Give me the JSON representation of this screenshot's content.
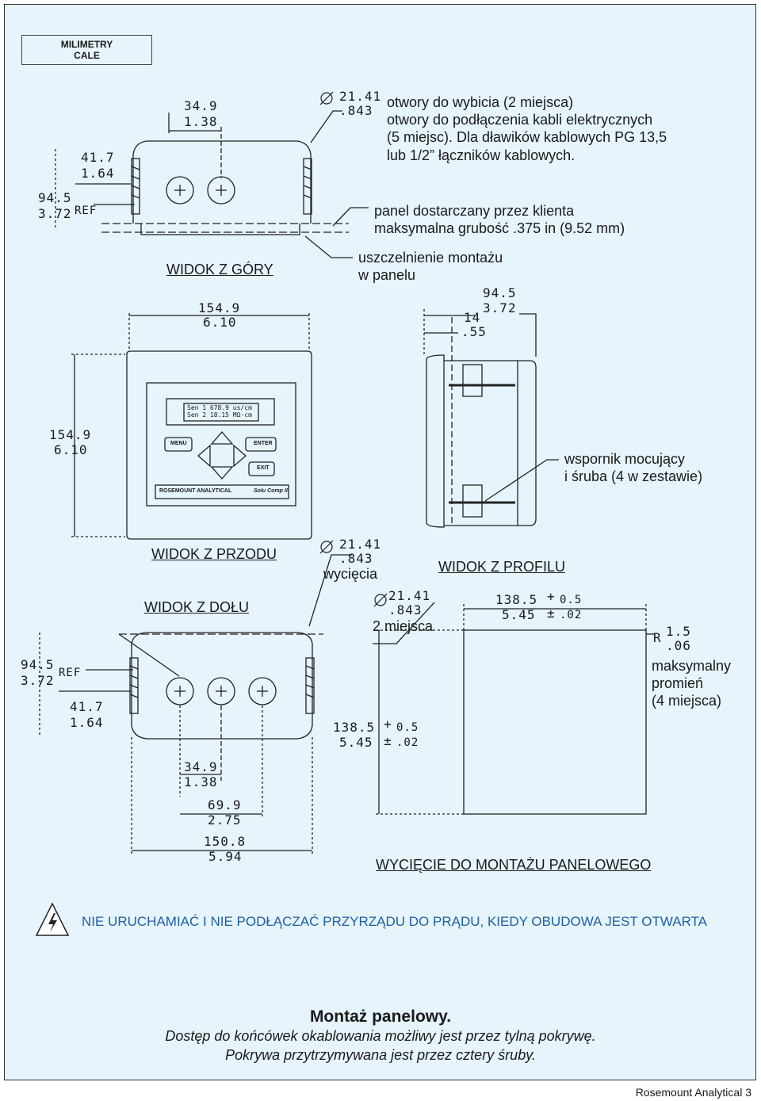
{
  "units": {
    "primary": "MILIMETRY",
    "secondary": "CALE"
  },
  "top_view": {
    "label": "WIDOK  Z GÓRY",
    "dim_349": "34.9",
    "dim_138": "1.38",
    "dim_417": "41.7",
    "dim_164": "1.64",
    "dim_945": "94.5",
    "dim_372": "3.72",
    "ref": "REF",
    "hole_diam": "21.41",
    "hole_diam_in": ".843",
    "hole_note_1": "otwory do wybicia (2 miejsca)",
    "hole_note_2": "otwory do podłączenia kabli elektrycznych",
    "hole_note_3": "(5 miejsc). Dla dławików kablowych PG 13,5",
    "hole_note_4": "lub 1/2” łączników kablowych.",
    "panel_note_1": "panel dostarczany przez klienta",
    "panel_note_2": "maksymalna grubość .375 in (9.52 mm)",
    "gasket_note_1": "uszczelnienie montażu",
    "gasket_note_2": "w panelu"
  },
  "front_view": {
    "label": "WIDOK Z PRZODU",
    "dim_w": "154.9",
    "dim_w_in": "6.10",
    "dim_h": "154.9",
    "dim_h_in": "6.10",
    "display_line1": "Sen 1   678.9 us/cm",
    "display_line2": "Sen 2   18.15 MΩ-cm",
    "btn_menu": "MENU",
    "btn_enter": "ENTER",
    "btn_exit": "EXIT",
    "brand": "ROSEMOUNT ANALYTICAL",
    "model": "Solu Comp II"
  },
  "profile_view": {
    "label": "WIDOK Z PROFILU",
    "dim_945": "94.5",
    "dim_372": "3.72",
    "dim_14": "14",
    "dim_55": ".55",
    "bracket_note_1": "wspornik mocujący",
    "bracket_note_2": "i śruba (4 w zestawie)"
  },
  "bottom_view": {
    "label": "WIDOK Z DOŁU",
    "dim_945": "94.5",
    "dim_372": "3.72",
    "ref": "REF",
    "dim_417": "41.7",
    "dim_164": "1.64",
    "dim_349": "34.9",
    "dim_138": "1.38",
    "dim_699": "69.9",
    "dim_275": "2.75",
    "dim_1508": "150.8",
    "dim_594": "5.94",
    "hole_diam": "21.41",
    "hole_diam_in": ".843",
    "hole_note": "wycięcia"
  },
  "cutout": {
    "label": "WYCIĘCIE DO MONTAŻU PANELOWEGO",
    "hole_diam": "21.41",
    "hole_diam_in": ".843",
    "hole_count": "2 miejsca",
    "w_mm": "138.5",
    "w_tol": "0.5",
    "w_in": "5.45",
    "w_tol_in": ".02",
    "h_mm": "138.5",
    "h_tol": "0.5",
    "h_in": "5.45",
    "h_tol_in": ".02",
    "radius_mm": "1.5",
    "radius_in": ".06",
    "radius_prefix": "R",
    "radius_note_1": "maksymalny",
    "radius_note_2": "promień",
    "radius_note_3": "(4 miejsca)"
  },
  "warning": "NIE URUCHAMIAĆ I NIE PODŁĄCZAĆ PRZYRZĄDU DO PRĄDU, KIEDY OBUDOWA JEST OTWARTA",
  "footer": {
    "title": "Montaż panelowy.",
    "line1": "Dostęp do końcówek okablowania możliwy jest przez tylną pokrywę.",
    "line2": "Pokrywa przytrzymywana jest przez cztery śruby.",
    "page": "Rosemount Analytical 3"
  },
  "colors": {
    "background": "#e6f4fb",
    "warning_text": "#1f5fa8",
    "line": "#222222"
  }
}
